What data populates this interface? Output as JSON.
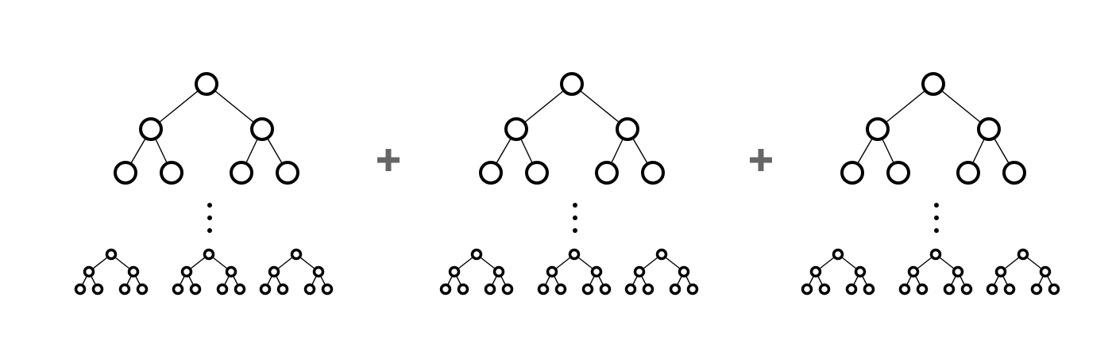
{
  "diagram": {
    "background": "#ffffff",
    "node_fill": "#ffffff",
    "node_stroke": "#000000",
    "edge_color": "#000000",
    "operator_color": "#666666",
    "operator_symbol": "+",
    "ellipsis_marks": 3,
    "terms": [
      {
        "upper_tree": {
          "levels": 3,
          "branching": 2
        },
        "ellipsis": true,
        "small_trees": [
          {
            "levels": 3,
            "branching": 2
          },
          {
            "levels": 3,
            "branching": 2
          },
          {
            "levels": 3,
            "branching": 2
          }
        ]
      },
      {
        "upper_tree": {
          "levels": 3,
          "branching": 2
        },
        "ellipsis": true,
        "small_trees": [
          {
            "levels": 3,
            "branching": 2
          },
          {
            "levels": 3,
            "branching": 2
          },
          {
            "levels": 3,
            "branching": 2
          }
        ]
      },
      {
        "upper_tree": {
          "levels": 3,
          "branching": 2
        },
        "ellipsis": true,
        "small_trees": [
          {
            "levels": 3,
            "branching": 2
          },
          {
            "levels": 3,
            "branching": 2
          },
          {
            "levels": 3,
            "branching": 2
          }
        ]
      }
    ],
    "operators": [
      "+",
      "+"
    ]
  }
}
